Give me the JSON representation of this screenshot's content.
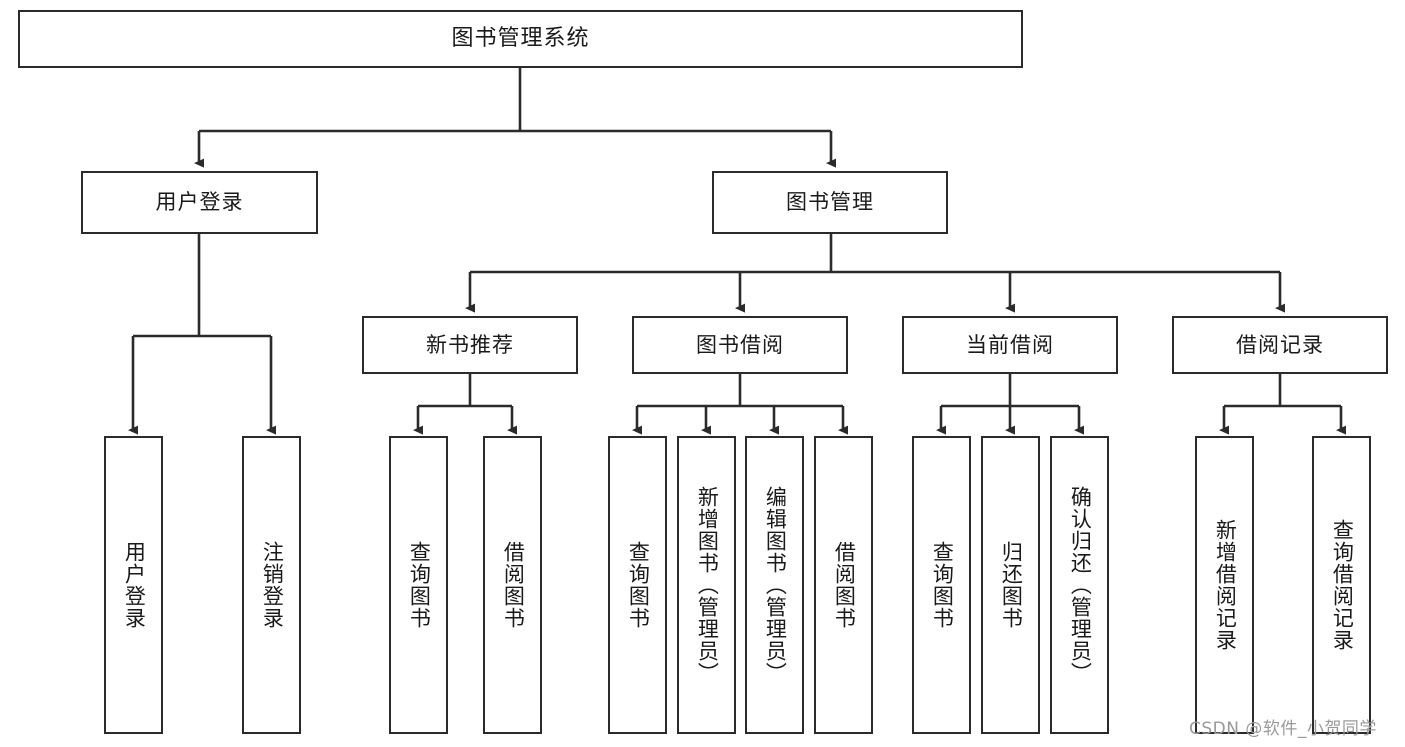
{
  "diagram": {
    "title": "图书管理系统",
    "type": "tree",
    "levels": {
      "root": {
        "label": "图书管理系统"
      },
      "level2": [
        {
          "id": "user-login",
          "label": "用户登录"
        },
        {
          "id": "book-management",
          "label": "图书管理"
        }
      ],
      "level3": [
        {
          "id": "new-book-recommend",
          "label": "新书推荐"
        },
        {
          "id": "book-borrow",
          "label": "图书借阅"
        },
        {
          "id": "current-borrow",
          "label": "当前借阅"
        },
        {
          "id": "borrow-record",
          "label": "借阅记录"
        }
      ],
      "leaves": [
        {
          "id": "leaf-user-login",
          "label": "用户登录",
          "parent": "user-login"
        },
        {
          "id": "leaf-user-logout",
          "label": "注销登录",
          "parent": "user-login"
        },
        {
          "id": "leaf-query-book-1",
          "label": "查询图书",
          "parent": "new-book-recommend"
        },
        {
          "id": "leaf-borrow-book-1",
          "label": "借阅图书",
          "parent": "new-book-recommend"
        },
        {
          "id": "leaf-query-book-2",
          "label": "查询图书",
          "parent": "book-borrow"
        },
        {
          "id": "leaf-add-book",
          "label": "新增图书（管理员）",
          "parent": "book-borrow"
        },
        {
          "id": "leaf-edit-book",
          "label": "编辑图书（管理员）",
          "parent": "book-borrow"
        },
        {
          "id": "leaf-borrow-book-2",
          "label": "借阅图书",
          "parent": "book-borrow"
        },
        {
          "id": "leaf-query-book-3",
          "label": "查询图书",
          "parent": "current-borrow"
        },
        {
          "id": "leaf-return-book",
          "label": "归还图书",
          "parent": "current-borrow"
        },
        {
          "id": "leaf-confirm-return",
          "label": "确认归还（管理员）",
          "parent": "current-borrow"
        },
        {
          "id": "leaf-add-record",
          "label": "新增借阅记录",
          "parent": "borrow-record"
        },
        {
          "id": "leaf-query-record",
          "label": "查询借阅记录",
          "parent": "borrow-record"
        }
      ]
    },
    "colors": {
      "stroke": "#2b2b2b",
      "fill": "#ffffff",
      "text": "#1a1a1a",
      "watermark": "#9a9a9a"
    }
  },
  "watermark": {
    "text": "CSDN @软件_小贺同学"
  }
}
